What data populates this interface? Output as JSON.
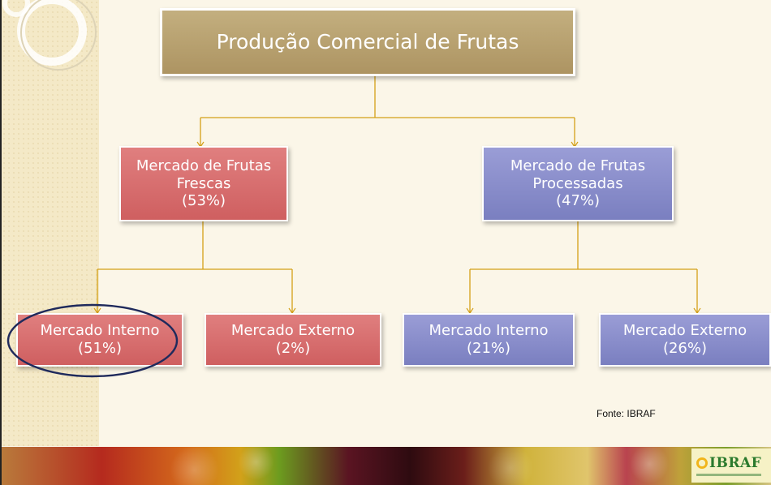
{
  "diagram": {
    "root": {
      "label": "Produção  Comercial de Frutas"
    },
    "fresh": {
      "lines": [
        "Mercado de Frutas",
        "Frescas",
        "(53%)"
      ]
    },
    "processed": {
      "lines": [
        "Mercado de Frutas",
        "Processadas",
        "(47%)"
      ]
    },
    "fresh_internal": {
      "lines": [
        "Mercado Interno",
        "(51%)"
      ]
    },
    "fresh_external": {
      "lines": [
        "Mercado Externo",
        "(2%)"
      ]
    },
    "processed_internal": {
      "lines": [
        "Mercado Interno",
        "(21%)"
      ]
    },
    "processed_external": {
      "lines": [
        "Mercado Externo",
        "(26%)"
      ]
    }
  },
  "source": "Fonte: IBRAF",
  "logo": {
    "text": "IBRAF"
  },
  "colors": {
    "root_fill": "#b39d6c",
    "fresh_fill": "#d96f70",
    "processed_fill": "#8a8fcc",
    "connector": "#d4a017",
    "highlight_ellipse": "#1f2a5c"
  }
}
